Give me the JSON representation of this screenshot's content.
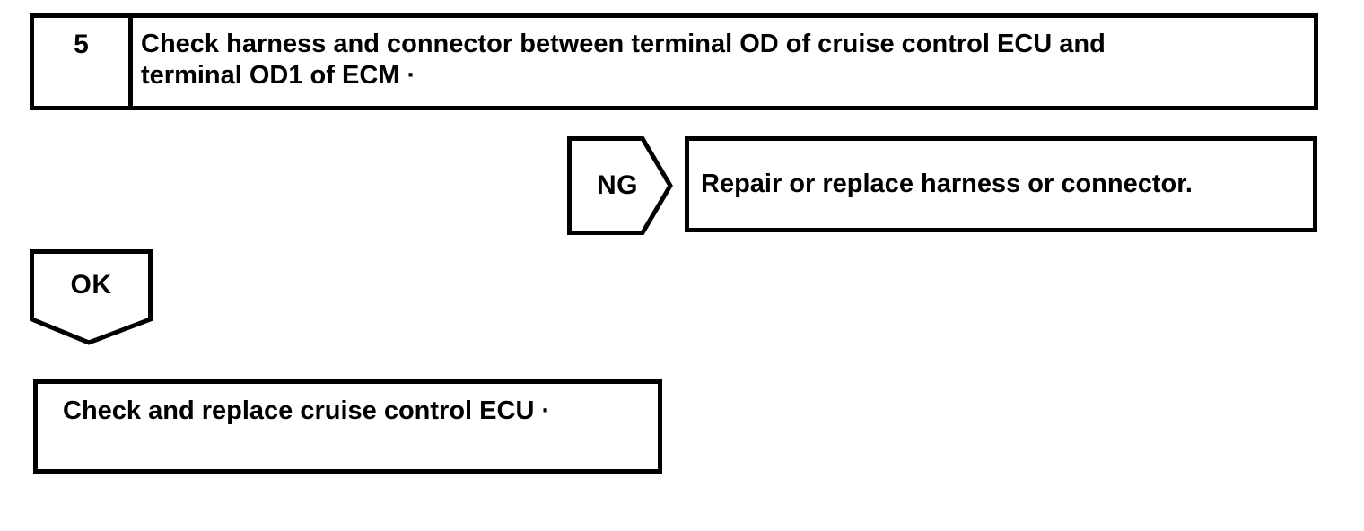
{
  "theme": {
    "paper": "#ffffff",
    "ink": "#000000"
  },
  "flowchart": {
    "step": {
      "number": "5",
      "instruction_line1": "Check harness and connector between terminal OD of cruise control ECU and",
      "instruction_line2": "terminal OD1 of ECM ·"
    },
    "ng_branch": {
      "label": "NG",
      "action": "Repair or replace harness or connector."
    },
    "ok_branch": {
      "label": "OK",
      "action": "Check and replace cruise control ECU ·"
    }
  }
}
